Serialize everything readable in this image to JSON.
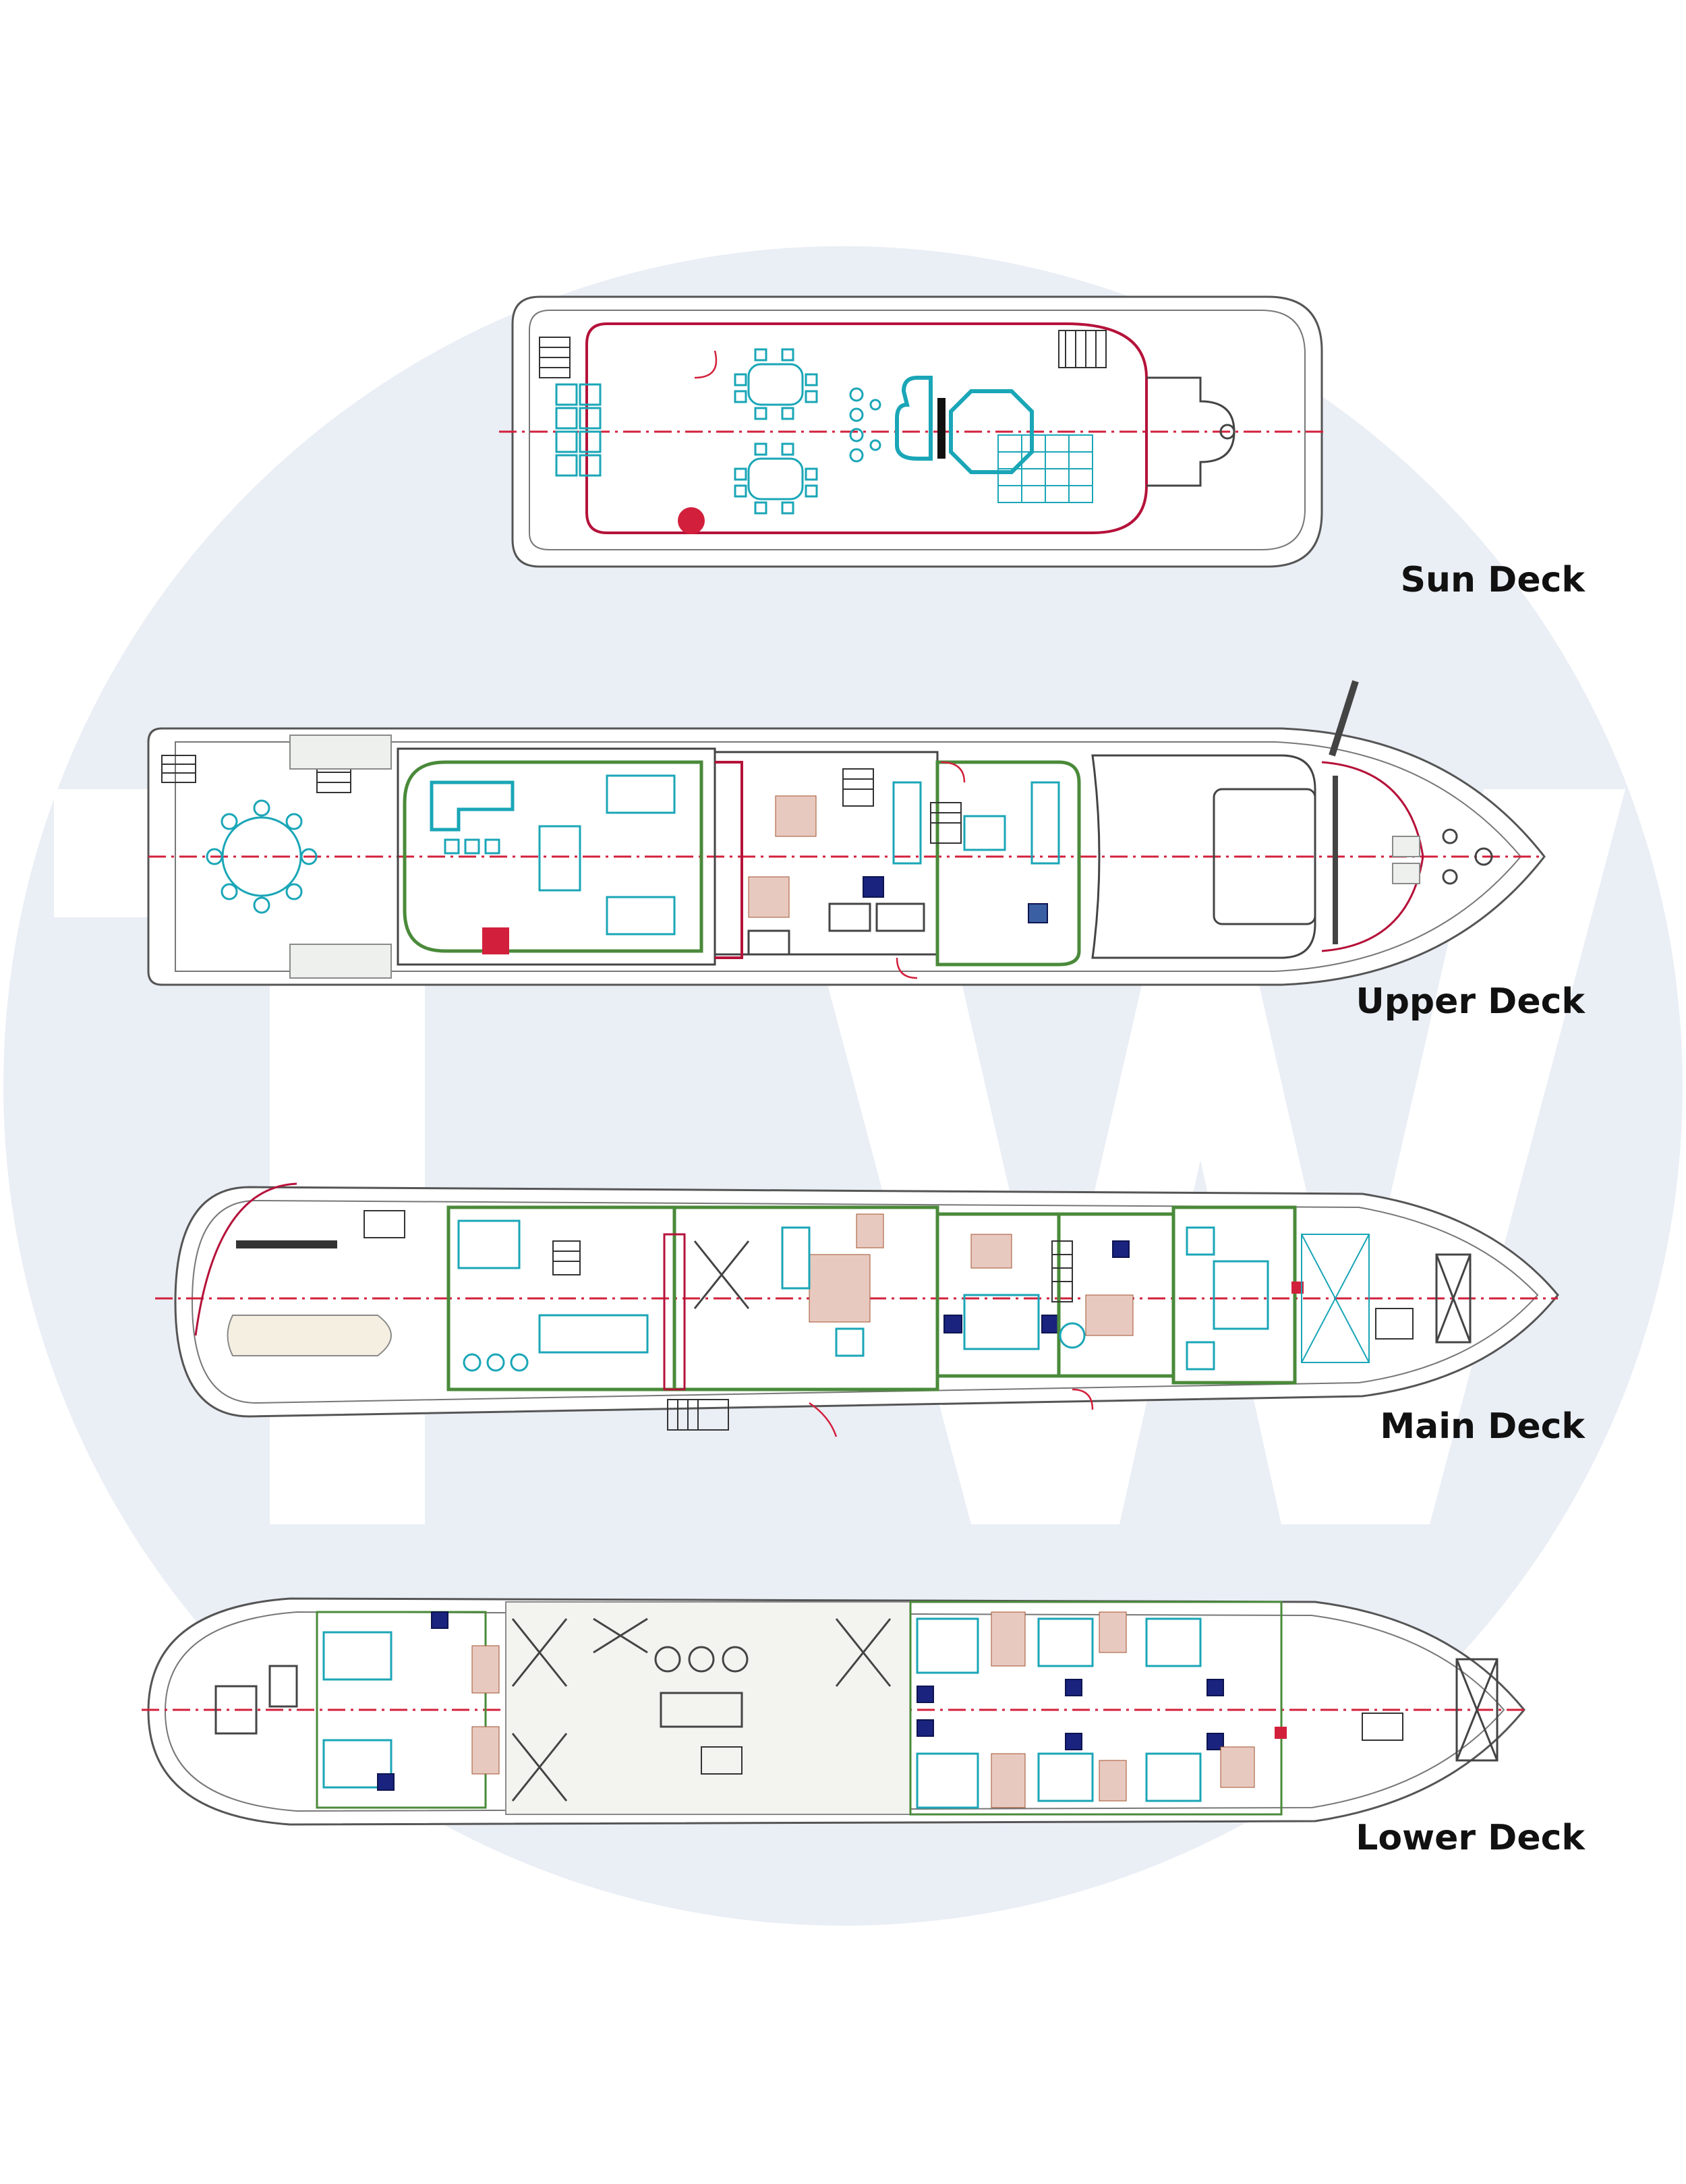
{
  "watermark": {
    "text": "TW",
    "color": "#eaeef5"
  },
  "decks": [
    {
      "id": "sun",
      "label": "Sun Deck"
    },
    {
      "id": "upper",
      "label": "Upper Deck"
    },
    {
      "id": "main",
      "label": "Main Deck"
    },
    {
      "id": "lower",
      "label": "Lower Deck"
    }
  ],
  "colors": {
    "centerline": "#d2203c",
    "bulkhead_green": "#4a8a3a",
    "furniture_cyan": "#1aa6b7",
    "bunk_blue": "#1a237e",
    "label_text": "#111111"
  }
}
